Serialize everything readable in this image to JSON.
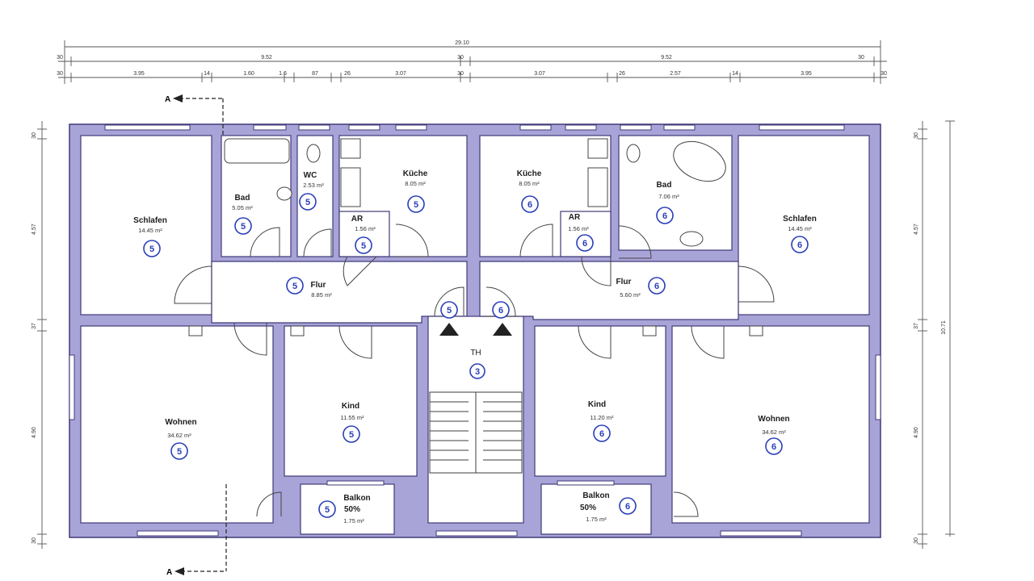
{
  "dimensions": {
    "total": "29.10",
    "row2": [
      "30",
      "9.52",
      "30",
      "9.52",
      "30"
    ],
    "row3": [
      "30",
      "3.95",
      "14",
      "1.60",
      "1.6",
      "87",
      "26",
      "3.07",
      "30",
      "3.07",
      "26",
      "2.57",
      "14",
      "3.95",
      "30"
    ],
    "left": [
      "30",
      "4.57",
      "37",
      "4.90",
      "30"
    ],
    "right": [
      "30",
      "4.57",
      "37",
      "4.90",
      "30",
      "10.71"
    ]
  },
  "section_label": "A",
  "stair_label": "TH",
  "stair_number": "3",
  "rooms": [
    {
      "name": "Schlafen",
      "area": "14.45 m²",
      "unit": "5"
    },
    {
      "name": "Bad",
      "area": "5.05 m²",
      "unit": "5"
    },
    {
      "name": "WC",
      "area": "2.53 m²",
      "unit": "5"
    },
    {
      "name": "Küche",
      "area": "8.05 m²",
      "unit": "5"
    },
    {
      "name": "AR",
      "area": "1.56 m²",
      "unit": "5"
    },
    {
      "name": "Flur",
      "area": "8.85 m²",
      "unit": "5"
    },
    {
      "name": "Wohnen",
      "area": "34.62 m²",
      "unit": "5"
    },
    {
      "name": "Kind",
      "area": "11.55 m²",
      "unit": "5"
    },
    {
      "name": "Balkon",
      "area": "1.75 m²",
      "unit": "5",
      "pct": "50%"
    },
    {
      "name": "Küche",
      "area": "8.05 m²",
      "unit": "6"
    },
    {
      "name": "AR",
      "area": "1.56 m²",
      "unit": "6"
    },
    {
      "name": "Bad",
      "area": "7.06 m²",
      "unit": "6"
    },
    {
      "name": "Schlafen",
      "area": "14.45 m²",
      "unit": "6"
    },
    {
      "name": "Flur",
      "area": "5.60 m²",
      "unit": "6"
    },
    {
      "name": "Kind",
      "area": "11.20 m²",
      "unit": "6"
    },
    {
      "name": "Wohnen",
      "area": "34.62 m²",
      "unit": "6"
    },
    {
      "name": "Balkon",
      "area": "1.75 m²",
      "unit": "6",
      "pct": "50%"
    }
  ],
  "entry_numbers": [
    "5",
    "6"
  ]
}
